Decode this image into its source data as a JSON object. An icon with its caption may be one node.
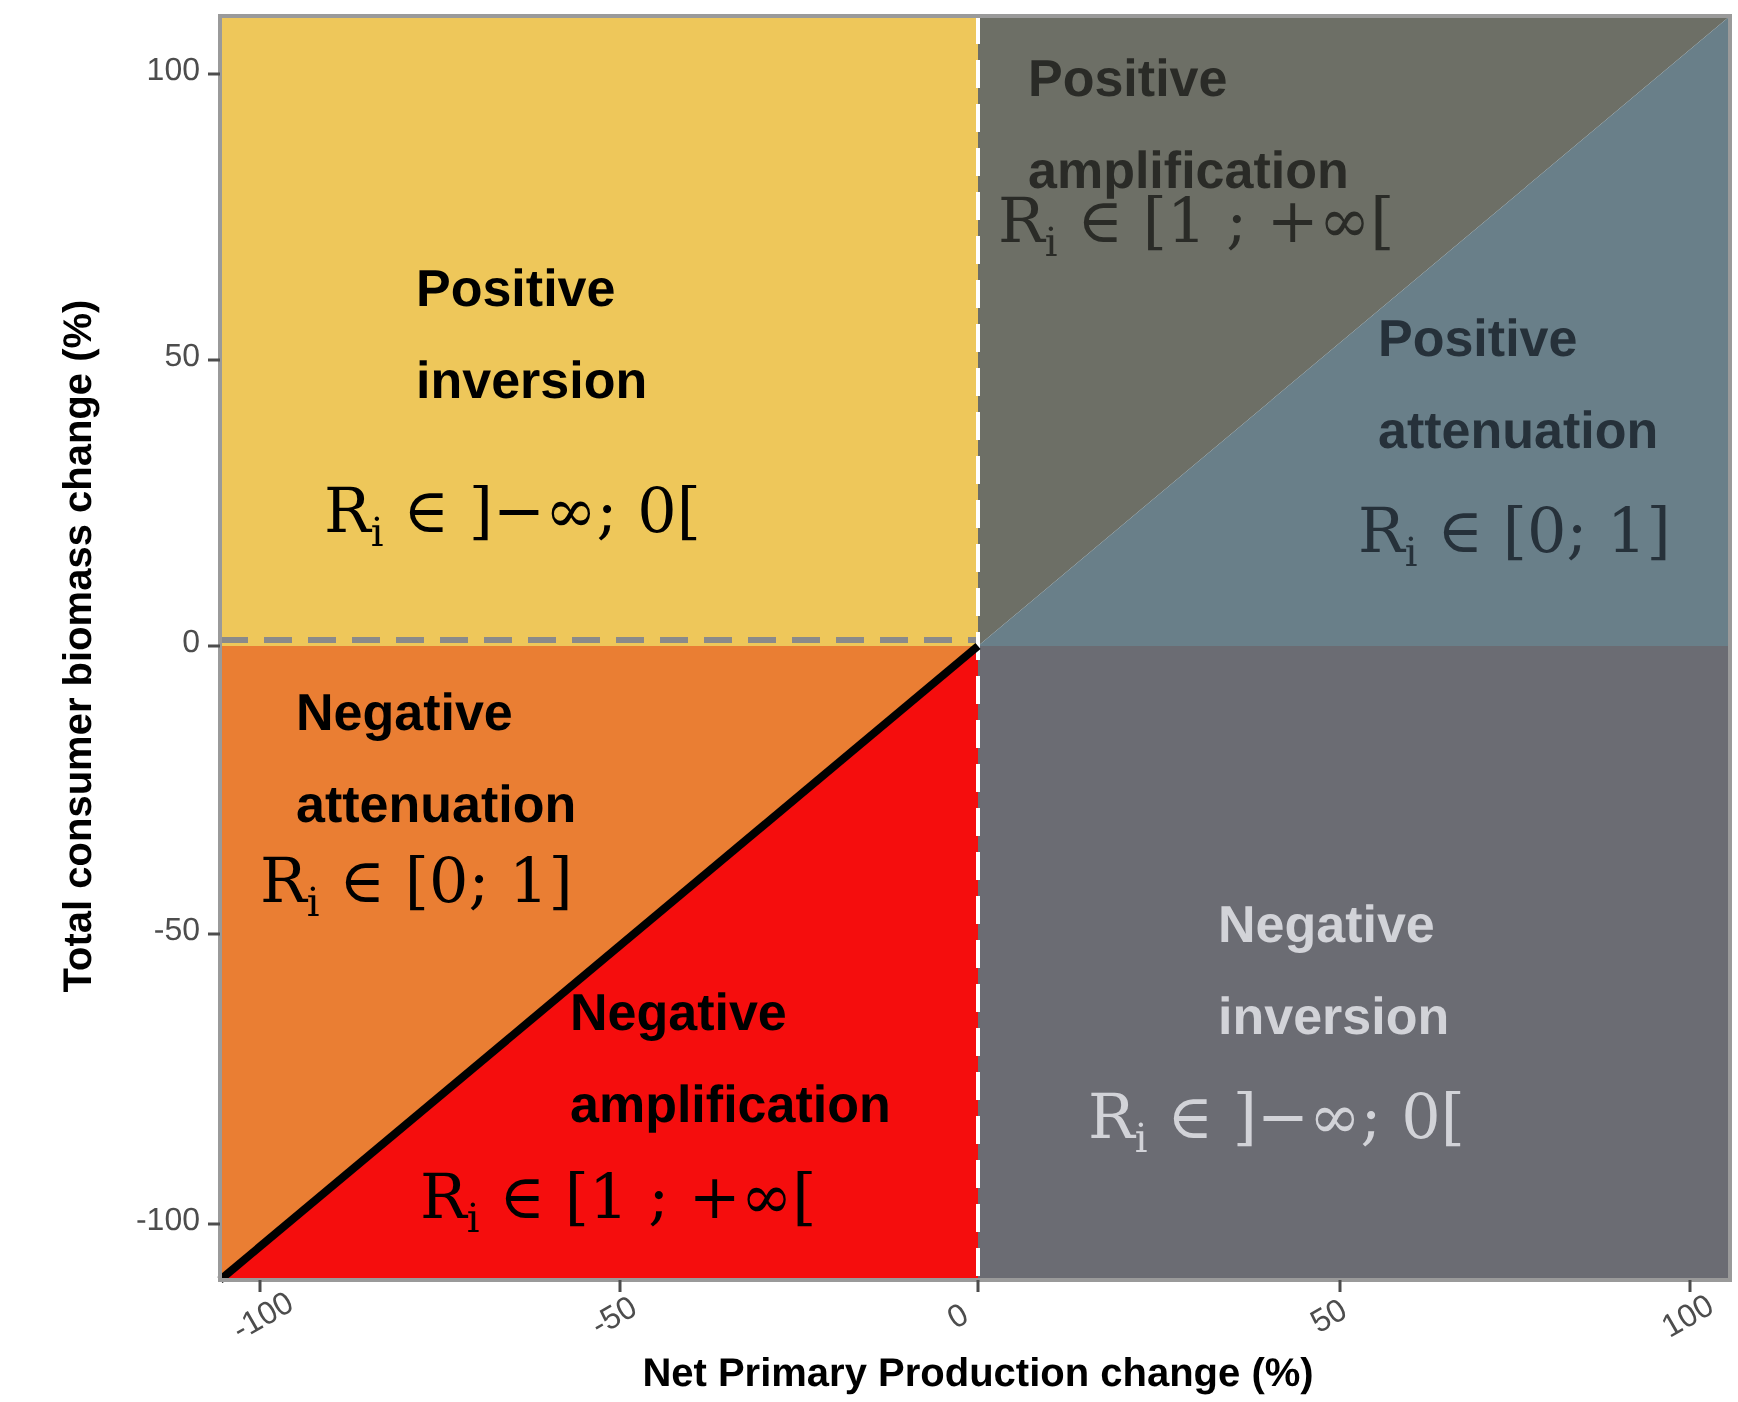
{
  "diagram": {
    "nodes": [
      {
        "text": [
          "Positive inversion",
          "R$_{i}$ ∈ ]−∞; 0["
        ]
      },
      {
        "text": [
          "Positive amplification",
          "R$_{i}$ ∈ [1 ; +∞["
        ]
      },
      {
        "text": [
          "Positive attenuation",
          "R$_{i}$ ∈ [0; 1]"
        ]
      },
      {
        "text": [
          "Negative attenuation",
          "R$_{i}$ ∈ [0; 1]"
        ]
      },
      {
        "text": [
          "Negative amplification",
          "R$_{i}$ ∈ [1 ; +∞["
        ]
      },
      {
        "text": [
          "Negative inversion",
          "R$_{i}$ ∈ ]−∞; 0["
        ]
      }
    ],
    "edges": [],
    "labels": [
      "100",
      "50",
      "0",
      "-50",
      "-100",
      "Total consumer biomass change (%)",
      "-100",
      "-50",
      "0",
      "50",
      "100",
      "Net Primary Production change (%)"
    ]
  }
}
